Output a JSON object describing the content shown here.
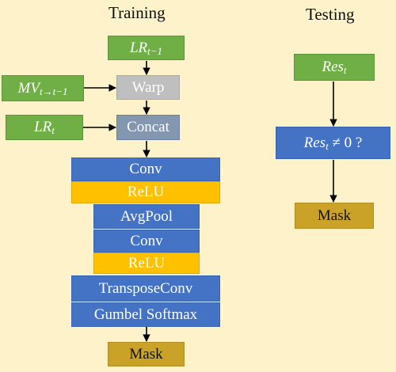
{
  "training": {
    "title": "Training",
    "lr_prev": {
      "base": "LR",
      "sub": "t−1"
    },
    "mv": {
      "base": "MV",
      "sub": "t→t−1"
    },
    "lr_t": {
      "base": "LR",
      "sub": "t"
    },
    "warp": "Warp",
    "concat": "Concat",
    "conv1": "Conv",
    "relu1": "ReLU",
    "avgpool": "AvgPool",
    "conv2": "Conv",
    "relu2": "ReLU",
    "transposeconv": "TransposeConv",
    "gumbel": "Gumbel Softmax",
    "mask": "Mask"
  },
  "testing": {
    "title": "Testing",
    "res": {
      "base": "Res",
      "sub": "t"
    },
    "condition": {
      "base": "Res",
      "sub": "t",
      "suffix": " ≠ 0 ?"
    },
    "mask": "Mask"
  },
  "colors": {
    "background": "#fef2cb",
    "input_green": "#6faf46",
    "warp_gray": "#bfbfbf",
    "concat_slate": "#8497b0",
    "layer_blue": "#4472c4",
    "relu_yellow": "#ffc000",
    "mask_gold": "#c9a227"
  }
}
